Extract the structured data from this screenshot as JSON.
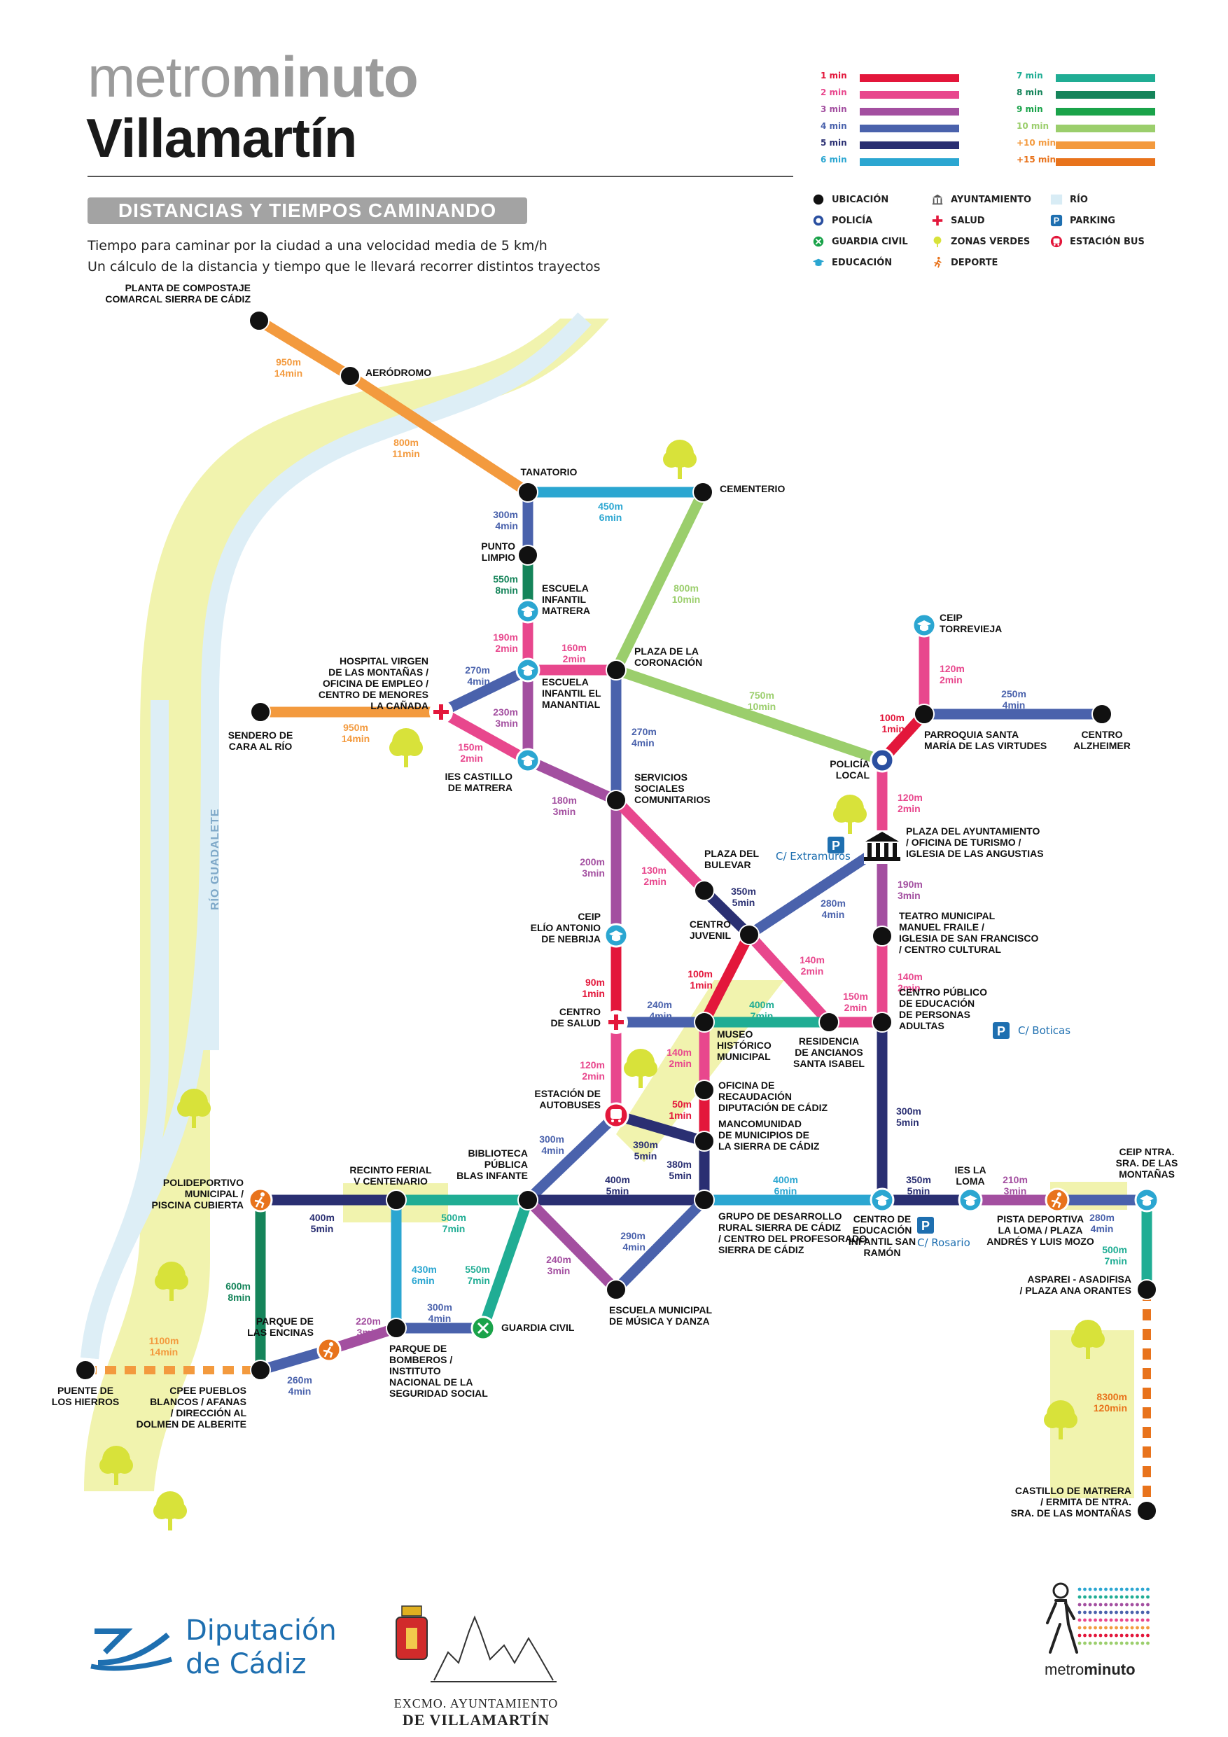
{
  "header": {
    "brand_light": "metro",
    "brand_bold": "minuto",
    "town": "Villamartín",
    "banner": "DISTANCIAS Y TIEMPOS CAMINANDO",
    "subtitle_1": "Tiempo para caminar por la ciudad a una velocidad media de 5 km/h",
    "subtitle_2": "Un cálculo de la distancia y tiempo que le llevará recorrer distintos trayectos"
  },
  "time_legend": [
    {
      "label": "1 min",
      "color": "#e3173b"
    },
    {
      "label": "2 min",
      "color": "#e8478d"
    },
    {
      "label": "3 min",
      "color": "#a34fa0"
    },
    {
      "label": "4 min",
      "color": "#4a62ac"
    },
    {
      "label": "5 min",
      "color": "#2a2f72"
    },
    {
      "label": "6 min",
      "color": "#2ba6d1"
    },
    {
      "label": "7 min",
      "color": "#20ad94"
    },
    {
      "label": "8 min",
      "color": "#15845a"
    },
    {
      "label": "9 min",
      "color": "#1aa34a"
    },
    {
      "label": "10 min",
      "color": "#9bce6c"
    },
    {
      "label": "+10 min",
      "color": "#f39a3e"
    },
    {
      "label": "+15 min",
      "color": "#e8731c"
    }
  ],
  "symbol_legend": [
    {
      "label": "UBICACIÓN",
      "icon": "black-dot-icon"
    },
    {
      "label": "POLICÍA",
      "icon": "police-badge-icon"
    },
    {
      "label": "GUARDIA CIVIL",
      "icon": "guardia-civil-icon"
    },
    {
      "label": "EDUCACIÓN",
      "icon": "graduation-cap-icon"
    },
    {
      "label": "AYUNTAMIENTO",
      "icon": "town-hall-icon"
    },
    {
      "label": "SALUD",
      "icon": "red-cross-icon"
    },
    {
      "label": "ZONAS VERDES",
      "icon": "tree-icon"
    },
    {
      "label": "DEPORTE",
      "icon": "runner-icon"
    },
    {
      "label": "RÍO",
      "icon": "river-swatch-icon"
    },
    {
      "label": "PARKING",
      "icon": "parking-icon"
    },
    {
      "label": "ESTACIÓN BUS",
      "icon": "bus-icon"
    }
  ],
  "map": {
    "river_label": "RÍO GUADALETE",
    "stations": [
      {
        "id": "planta",
        "label": [
          "PLANTA DE COMPOSTAJE",
          "COMARCAL SIERRA DE CÁDIZ"
        ]
      },
      {
        "id": "aerodromo",
        "label": [
          "AERÓDROMO"
        ]
      },
      {
        "id": "tanatorio",
        "label": [
          "TANATORIO"
        ]
      },
      {
        "id": "cementerio",
        "label": [
          "CEMENTERIO"
        ]
      },
      {
        "id": "punto",
        "label": [
          "PUNTO",
          "LIMPIO"
        ]
      },
      {
        "id": "esc_matrera",
        "label": [
          "ESCUELA",
          "INFANTIL",
          "MATRERA"
        ]
      },
      {
        "id": "coronacion",
        "label": [
          "PLAZA DE LA",
          "CORONACIÓN"
        ]
      },
      {
        "id": "hospital",
        "label": [
          "HOSPITAL VIRGEN",
          "DE LAS MONTAÑAS /",
          "OFICINA DE EMPLEO /",
          "CENTRO DE MENORES",
          "LA CAÑADA"
        ]
      },
      {
        "id": "esc_manantial",
        "label": [
          "ESCUELA",
          "INFANTIL EL",
          "MANANTIAL"
        ]
      },
      {
        "id": "sendero",
        "label": [
          "SENDERO DE",
          "CARA AL RÍO"
        ]
      },
      {
        "id": "ies_castillo",
        "label": [
          "IES CASTILLO",
          "DE MATRERA"
        ]
      },
      {
        "id": "servicios",
        "label": [
          "SERVICIOS",
          "SOCIALES",
          "COMUNITARIOS"
        ]
      },
      {
        "id": "ceip_torrevieja",
        "label": [
          "CEIP",
          "TORREVIEJA"
        ]
      },
      {
        "id": "parroquia",
        "label": [
          "PARROQUIA SANTA",
          "MARÍA DE LAS VIRTUDES"
        ]
      },
      {
        "id": "alzheimer",
        "label": [
          "CENTRO",
          "ALZHEIMER"
        ]
      },
      {
        "id": "policia",
        "label": [
          "POLICÍA",
          "LOCAL"
        ]
      },
      {
        "id": "ayuntamiento",
        "label": [
          "PLAZA DEL AYUNTAMIENTO",
          "/ OFICINA DE TURISMO /",
          "IGLESIA DE LAS ANGUSTIAS"
        ]
      },
      {
        "id": "bulevar",
        "label": [
          "PLAZA DEL",
          "BULEVAR"
        ]
      },
      {
        "id": "juvenil",
        "label": [
          "CENTRO",
          "JUVENIL"
        ]
      },
      {
        "id": "ceip_elio",
        "label": [
          "CEIP",
          "ELÍO ANTONIO",
          "DE NEBRIJA"
        ]
      },
      {
        "id": "teatro",
        "label": [
          "TEATRO MUNICIPAL",
          "MANUEL FRAILE /",
          "IGLESIA DE SAN FRANCISCO",
          "/ CENTRO CULTURAL"
        ]
      },
      {
        "id": "centro_salud",
        "label": [
          "CENTRO",
          "DE SALUD"
        ]
      },
      {
        "id": "museo",
        "label": [
          "MUSEO",
          "HISTÓRICO",
          "MUNICIPAL"
        ]
      },
      {
        "id": "residencia",
        "label": [
          "RESIDENCIA",
          "DE ANCIANOS",
          "SANTA ISABEL"
        ]
      },
      {
        "id": "cepa",
        "label": [
          "CENTRO PÚBLICO",
          "DE EDUCACIÓN",
          "DE PERSONAS",
          "ADULTAS"
        ]
      },
      {
        "id": "oficina_rec",
        "label": [
          "OFICINA DE",
          "RECAUDACIÓN",
          "DIPUTACIÓN DE CÁDIZ"
        ]
      },
      {
        "id": "bus",
        "label": [
          "ESTACIÓN DE",
          "AUTOBUSES"
        ]
      },
      {
        "id": "mancomunidad",
        "label": [
          "MANCOMUNIDAD",
          "DE MUNICIPIOS DE",
          "LA SIERRA DE CÁDIZ"
        ]
      },
      {
        "id": "polideportivo",
        "label": [
          "POLIDEPORTIVO",
          "MUNICIPAL /",
          "PISCINA CUBIERTA"
        ]
      },
      {
        "id": "ferial",
        "label": [
          "RECINTO FERIAL",
          "V CENTENARIO"
        ]
      },
      {
        "id": "biblioteca",
        "label": [
          "BIBLIOTECA",
          "PÚBLICA",
          "BLAS INFANTE"
        ]
      },
      {
        "id": "grupo",
        "label": [
          "GRUPO DE DESARROLLO",
          "RURAL SIERRA DE CÁDIZ",
          "/ CENTRO DEL PROFESORADO",
          "SIERRA DE CÁDIZ"
        ]
      },
      {
        "id": "cei_ramon",
        "label": [
          "CENTRO DE",
          "EDUCACIÓN",
          "INFANTIL SAN",
          "RAMÓN"
        ]
      },
      {
        "id": "ies_loma",
        "label": [
          "IES LA",
          "LOMA"
        ]
      },
      {
        "id": "pista",
        "label": [
          "PISTA DEPORTIVA",
          "LA LOMA / PLAZA",
          "ANDRÉS Y LUIS MOZO"
        ]
      },
      {
        "id": "ceip_montanas",
        "label": [
          "CEIP NTRA.",
          "SRA. DE LAS",
          "MONTAÑAS"
        ]
      },
      {
        "id": "musica",
        "label": [
          "ESCUELA MUNICIPAL",
          "DE MÚSICA Y DANZA"
        ]
      },
      {
        "id": "guardia",
        "label": [
          "GUARDIA CIVIL"
        ]
      },
      {
        "id": "bomberos",
        "label": [
          "PARQUE DE",
          "BOMBEROS /",
          "INSTITUTO",
          "NACIONAL DE LA",
          "SEGURIDAD SOCIAL"
        ]
      },
      {
        "id": "encinas",
        "label": [
          "PARQUE DE",
          "LAS ENCINAS"
        ]
      },
      {
        "id": "cpee",
        "label": [
          "CPEE PUEBLOS",
          "BLANCOS / AFANAS",
          "/ DIRECCIÓN AL",
          "DOLMEN DE ALBERITE"
        ]
      },
      {
        "id": "puente",
        "label": [
          "PUENTE DE",
          "LOS HIERROS"
        ]
      },
      {
        "id": "asparei",
        "label": [
          "ASPAREI - ASADIFISA",
          "/ PLAZA ANA ORANTES"
        ]
      },
      {
        "id": "castillo",
        "label": [
          "CASTILLO DE MATRERA",
          "/ ERMITA DE NTRA.",
          "SRA. DE LAS MONTAÑAS"
        ]
      }
    ],
    "segments": [
      {
        "dist": "950m",
        "time": "14min",
        "color": "#f39a3e"
      },
      {
        "dist": "800m",
        "time": "11min",
        "color": "#f39a3e"
      },
      {
        "dist": "450m",
        "time": "6min",
        "color": "#2ba6d1"
      },
      {
        "dist": "300m",
        "time": "4min",
        "color": "#4a62ac"
      },
      {
        "dist": "550m",
        "time": "8min",
        "color": "#15845a"
      },
      {
        "dist": "800m",
        "time": "10min",
        "color": "#9bce6c"
      },
      {
        "dist": "190m",
        "time": "2min",
        "color": "#e8478d"
      },
      {
        "dist": "160m",
        "time": "2min",
        "color": "#e8478d"
      },
      {
        "dist": "270m",
        "time": "4min",
        "color": "#4a62ac"
      },
      {
        "dist": "950m",
        "time": "14min",
        "color": "#f39a3e"
      },
      {
        "dist": "230m",
        "time": "3min",
        "color": "#a34fa0"
      },
      {
        "dist": "150m",
        "time": "2min",
        "color": "#e8478d"
      },
      {
        "dist": "270m",
        "time": "4min",
        "color": "#4a62ac"
      },
      {
        "dist": "750m",
        "time": "10min",
        "color": "#9bce6c"
      },
      {
        "dist": "180m",
        "time": "3min",
        "color": "#a34fa0"
      },
      {
        "dist": "120m",
        "time": "2min",
        "color": "#e8478d"
      },
      {
        "dist": "250m",
        "time": "4min",
        "color": "#4a62ac"
      },
      {
        "dist": "100m",
        "time": "1min",
        "color": "#e3173b"
      },
      {
        "dist": "120m",
        "time": "2min",
        "color": "#e8478d"
      },
      {
        "dist": "200m",
        "time": "3min",
        "color": "#a34fa0"
      },
      {
        "dist": "130m",
        "time": "2min",
        "color": "#e8478d"
      },
      {
        "dist": "350m",
        "time": "5min",
        "color": "#2a2f72"
      },
      {
        "dist": "280m",
        "time": "4min",
        "color": "#4a62ac"
      },
      {
        "dist": "190m",
        "time": "3min",
        "color": "#a34fa0"
      },
      {
        "dist": "90m",
        "time": "1min",
        "color": "#e3173b"
      },
      {
        "dist": "100m",
        "time": "1min",
        "color": "#e3173b"
      },
      {
        "dist": "140m",
        "time": "2min",
        "color": "#e8478d"
      },
      {
        "dist": "140m",
        "time": "2min",
        "color": "#e8478d"
      },
      {
        "dist": "240m",
        "time": "4min",
        "color": "#4a62ac"
      },
      {
        "dist": "400m",
        "time": "7min",
        "color": "#20ad94"
      },
      {
        "dist": "150m",
        "time": "2min",
        "color": "#e8478d"
      },
      {
        "dist": "120m",
        "time": "2min",
        "color": "#e8478d"
      },
      {
        "dist": "140m",
        "time": "2min",
        "color": "#e8478d"
      },
      {
        "dist": "50m",
        "time": "1min",
        "color": "#e3173b"
      },
      {
        "dist": "300m",
        "time": "5min",
        "color": "#2a2f72"
      },
      {
        "dist": "390m",
        "time": "5min",
        "color": "#2a2f72"
      },
      {
        "dist": "300m",
        "time": "4min",
        "color": "#4a62ac"
      },
      {
        "dist": "380m",
        "time": "5min",
        "color": "#2a2f72"
      },
      {
        "dist": "400m",
        "time": "5min",
        "color": "#2a2f72"
      },
      {
        "dist": "400m",
        "time": "6min",
        "color": "#2ba6d1"
      },
      {
        "dist": "350m",
        "time": "5min",
        "color": "#2a2f72"
      },
      {
        "dist": "210m",
        "time": "3min",
        "color": "#a34fa0"
      },
      {
        "dist": "280m",
        "time": "4min",
        "color": "#4a62ac"
      },
      {
        "dist": "400m",
        "time": "5min",
        "color": "#2a2f72"
      },
      {
        "dist": "500m",
        "time": "7min",
        "color": "#20ad94"
      },
      {
        "dist": "600m",
        "time": "8min",
        "color": "#15845a"
      },
      {
        "dist": "430m",
        "time": "6min",
        "color": "#2ba6d1"
      },
      {
        "dist": "550m",
        "time": "7min",
        "color": "#20ad94"
      },
      {
        "dist": "240m",
        "time": "3min",
        "color": "#a34fa0"
      },
      {
        "dist": "290m",
        "time": "4min",
        "color": "#4a62ac"
      },
      {
        "dist": "300m",
        "time": "4min",
        "color": "#4a62ac"
      },
      {
        "dist": "220m",
        "time": "3min",
        "color": "#a34fa0"
      },
      {
        "dist": "260m",
        "time": "4min",
        "color": "#4a62ac"
      },
      {
        "dist": "1100m",
        "time": "14min",
        "color": "#f39a3e"
      },
      {
        "dist": "500m",
        "time": "7min",
        "color": "#20ad94"
      },
      {
        "dist": "8300m",
        "time": "120min",
        "color": "#e8731c"
      }
    ],
    "parking_labels": [
      "C/ Extramuros",
      "C/ Boticas",
      "C/ Rosario"
    ]
  },
  "footer": {
    "diputacion_1": "Diputación",
    "diputacion_2": "de Cádiz",
    "ayto_1": "EXCMO. AYUNTAMIENTO",
    "ayto_2": "DE VILLAMARTÍN",
    "mm_light": "metro",
    "mm_bold": "minuto"
  }
}
